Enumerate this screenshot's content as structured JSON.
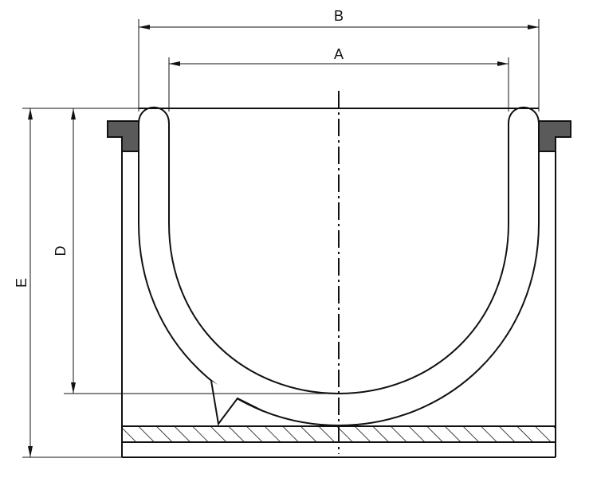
{
  "labels": {
    "a": "A",
    "b": "B",
    "d": "D",
    "e": "E"
  },
  "colors": {
    "line": "#111111",
    "flange": "#5a5a5a",
    "background": "#ffffff"
  }
}
